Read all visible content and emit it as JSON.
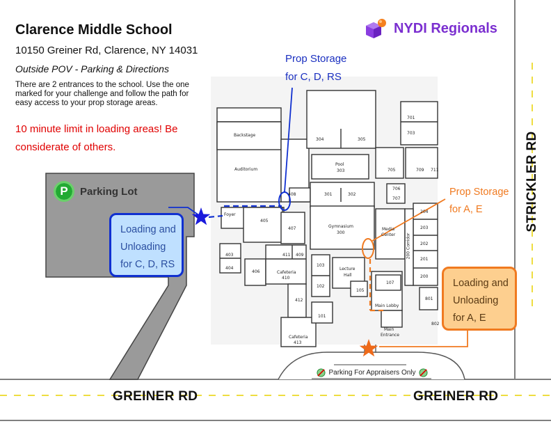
{
  "header": {
    "title": "Clarence Middle School",
    "address": "10150 Greiner Rd, Clarence, NY 14031",
    "pov": "Outside POV - Parking & Directions",
    "instructions": "There are 2 entrances to the school. Use the one marked for your challenge and follow the path for easy access to your prop storage areas.",
    "time_limit": "10 minute limit in loading areas! Be considerate of others."
  },
  "brand": {
    "name": "NYDI Regionals",
    "icon": "cube-sphere-icon"
  },
  "parking": {
    "label": "Parking Lot",
    "icon_letter": "P"
  },
  "callouts": {
    "blue": {
      "line1": "Loading and",
      "line2": "Unloading",
      "line3": "for C, D, RS"
    },
    "orange": {
      "line1": "Loading and",
      "line2": "Unloading",
      "line3": "for A, E"
    }
  },
  "prop_storage": {
    "blue": {
      "line1": "Prop Storage",
      "line2": "for C, D, RS"
    },
    "orange": {
      "line1": "Prop Storage",
      "line2": "for A, E"
    }
  },
  "roads": {
    "greiner_left": "GREINER RD",
    "greiner_right": "GREINER RD",
    "strickler": "STRICKLER RD"
  },
  "appraisers_parking": "Parking For Appraisers Only",
  "rooms": {
    "backstage": "Backstage",
    "auditorium": "Auditorium",
    "foyer": "Foyer",
    "pool": "Pool",
    "pool_num": "303",
    "gym": "Gymnasium",
    "gym_num": "300",
    "lecture": "Lecture",
    "lecture2": "Hall",
    "media": "Media",
    "media2": "Center",
    "corridor": "200 Corridor",
    "cafeteria": "Cafeteria",
    "cafeteria_num": "410",
    "cafeteria2": "Cafeteria",
    "cafeteria2_num": "413",
    "main_lobby": "Main Lobby",
    "main_entrance": "Main",
    "main_entrance2": "Entrance",
    "r304": "304",
    "r305": "305",
    "r408": "408",
    "r301": "301",
    "r302": "302",
    "r405": "405",
    "r407": "407",
    "r411": "411",
    "r409": "409",
    "r403": "403",
    "r404": "404",
    "r406": "406",
    "r412": "412",
    "r103": "103",
    "r102": "102",
    "r105": "105",
    "r101": "101",
    "r107": "107",
    "r706": "706",
    "r707": "707",
    "r705": "705",
    "r709": "709",
    "r711": "711",
    "r701": "701",
    "r703": "703",
    "r204": "204",
    "r203": "203",
    "r202": "202",
    "r201": "201",
    "r200": "200",
    "r801": "801",
    "r802": "802"
  },
  "colors": {
    "blue_route": "#1030d0",
    "orange_route": "#f07a20",
    "parking_gray": "#9a9a9a",
    "time_limit_red": "#e00000",
    "brand_purple": "#7b2fd0"
  }
}
